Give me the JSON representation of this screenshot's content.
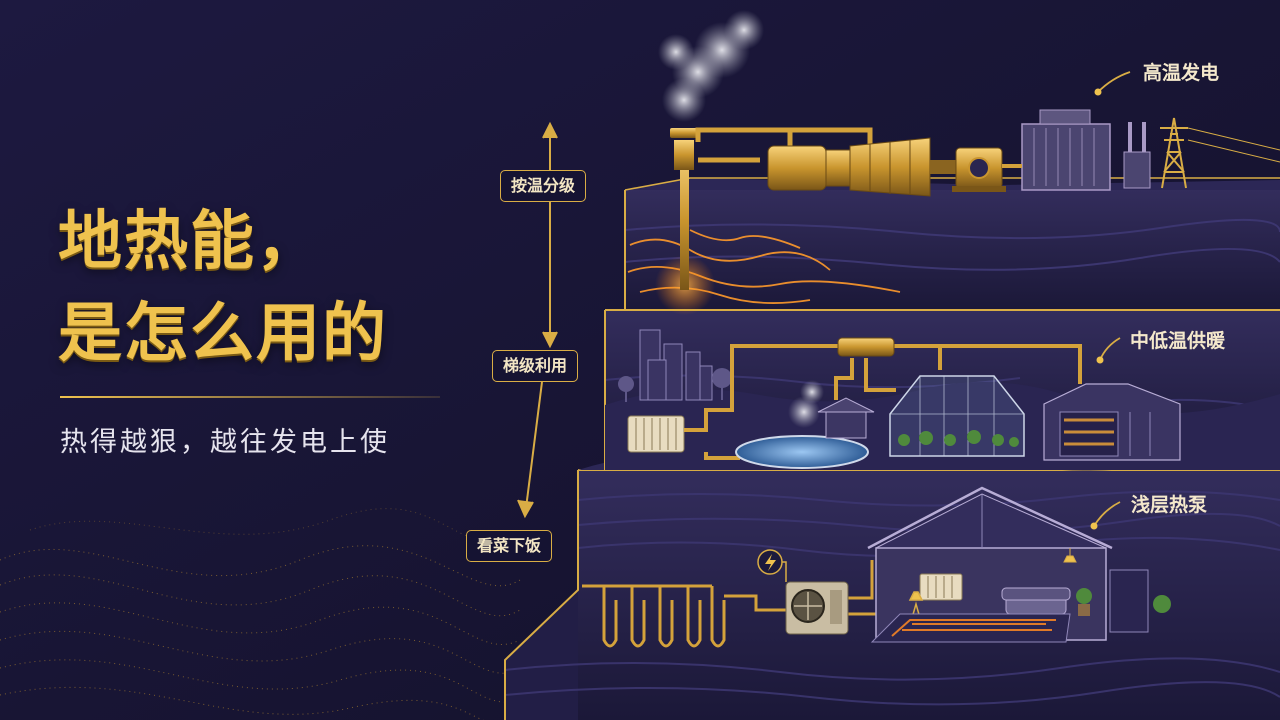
{
  "headline": {
    "line_1": "地热能，",
    "line_2": "是怎么用的"
  },
  "subtitle": "热得越狠，越往发电上使",
  "stage_tags": {
    "sort_by_temperature": "按温分级",
    "cascade_use": "梯级利用",
    "match_local_need": "看菜下饭"
  },
  "tiers": {
    "high": "高温发电",
    "medium": "中低温供暖",
    "shallow": "浅层热泵"
  },
  "colors": {
    "background": "#171433",
    "gold": "#efc24e",
    "pipe": "#d4a23b",
    "ground": "#2b2650",
    "magma": "#ff9a2b",
    "water": "#5a8fcf"
  }
}
